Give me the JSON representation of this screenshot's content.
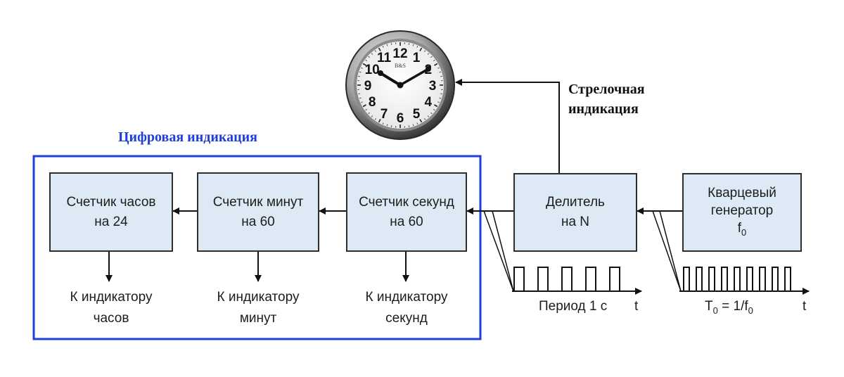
{
  "digital_title": "Цифровая индикация",
  "analog_title": [
    "Стрелочная",
    "индикация"
  ],
  "blocks": {
    "hours_counter": [
      "Счетчик часов",
      "на 24"
    ],
    "minutes_counter": [
      "Счетчик минут",
      "на 60"
    ],
    "seconds_counter": [
      "Счетчик секунд",
      "на 60"
    ],
    "divider": [
      "Делитель",
      "на N"
    ],
    "oscillator": [
      "Кварцевый",
      "генератор"
    ],
    "oscillator_symbol": "f",
    "oscillator_symbol_sub": "0"
  },
  "outputs": {
    "hours": [
      "К индикатору",
      "часов"
    ],
    "minutes": [
      "К индикатору",
      "минут"
    ],
    "seconds": [
      "К индикатору",
      "секунд"
    ]
  },
  "waveforms": {
    "divider_label": "Период 1 с",
    "oscillator_label_T": "T",
    "oscillator_label_T_sub": "0",
    "oscillator_label_mid": " = 1/f",
    "oscillator_label_f_sub": "0",
    "time_axis_label": "t"
  },
  "clock": {
    "brand": "B&S",
    "numerals": [
      "12",
      "1",
      "2",
      "3",
      "4",
      "5",
      "6",
      "7",
      "8",
      "9",
      "10",
      "11"
    ]
  },
  "colors": {
    "block_fill": "#ddeaf6",
    "digital_frame": "#1f3fd9",
    "digital_title": "#1f3fd9"
  }
}
